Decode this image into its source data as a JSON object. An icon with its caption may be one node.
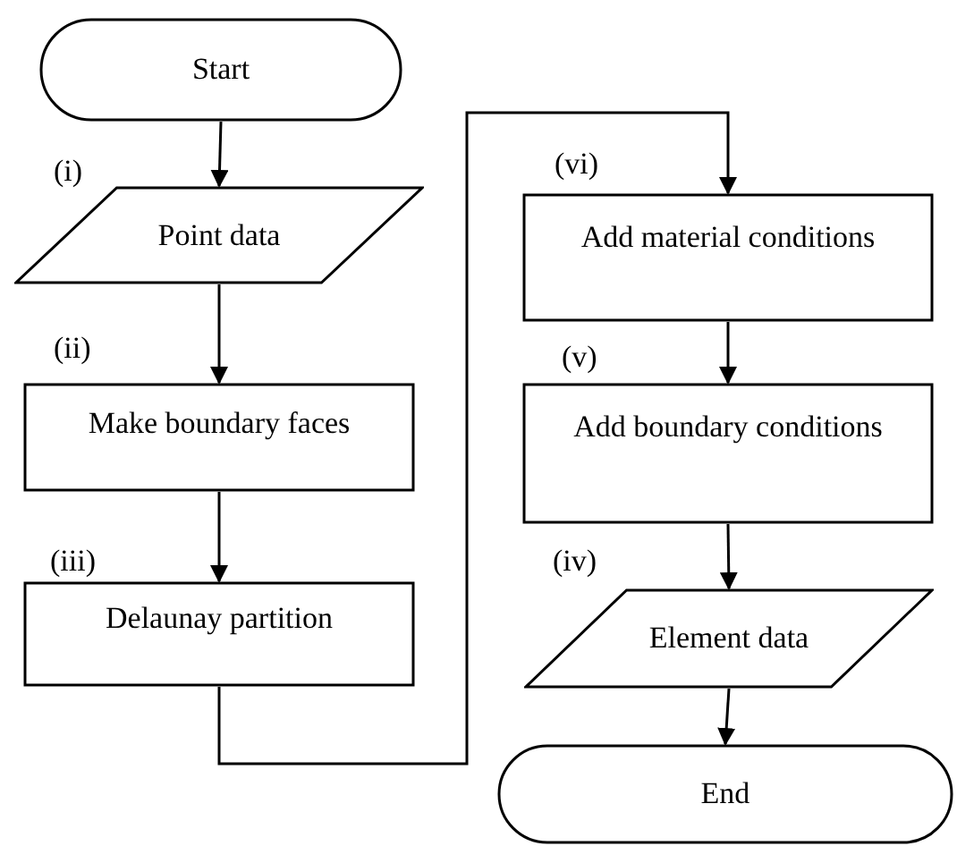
{
  "diagram": {
    "nodes": [
      {
        "text": [
          "Start"
        ]
      },
      {
        "text": [
          "Point data"
        ],
        "beside": [
          "(i)"
        ]
      },
      {
        "text": [
          "Make boundary faces"
        ],
        "beside": [
          "(ii)"
        ]
      },
      {
        "text": [
          "Delaunay partition"
        ],
        "beside": [
          "(iii)"
        ]
      },
      {
        "text": [
          "Add material conditions"
        ],
        "beside": [
          "(vi)"
        ]
      },
      {
        "text": [
          "Add boundary conditions"
        ],
        "beside": [
          "(v)"
        ]
      },
      {
        "text": [
          "Element data"
        ],
        "beside": [
          "(iv)"
        ]
      },
      {
        "text": [
          "End"
        ]
      }
    ],
    "edges": [
      {
        "from": 0,
        "to": 1,
        "arrow": "to"
      },
      {
        "from": 1,
        "to": 2,
        "arrow": "to"
      },
      {
        "from": 2,
        "to": 3,
        "arrow": "to"
      },
      {
        "from": 3,
        "to": 4,
        "arrow": "to"
      },
      {
        "from": 4,
        "to": 5,
        "arrow": "to"
      },
      {
        "from": 5,
        "to": 6,
        "arrow": "to"
      },
      {
        "from": 6,
        "to": 7,
        "arrow": "to"
      }
    ]
  }
}
